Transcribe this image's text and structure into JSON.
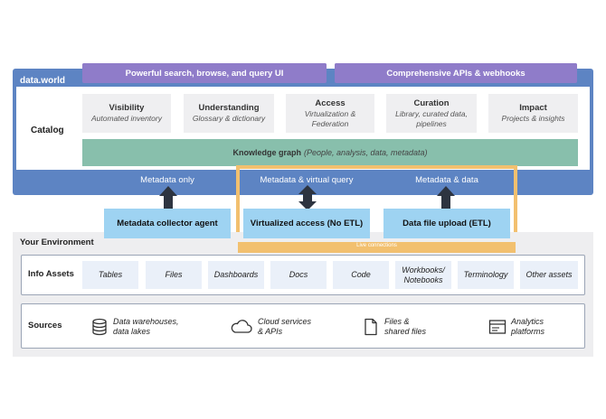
{
  "top_bars": {
    "left": "Powerful search, browse, and query UI",
    "right": "Comprehensive APIs & webhooks"
  },
  "catalog": {
    "brand": "data.world",
    "label": "Catalog",
    "capabilities": [
      {
        "title": "Visibility",
        "desc": "Automated inventory"
      },
      {
        "title": "Understanding",
        "desc": "Glossary & dictionary"
      },
      {
        "title": "Access",
        "desc": "Virtualization & Federation"
      },
      {
        "title": "Curation",
        "desc": "Library, curated data, pipelines"
      },
      {
        "title": "Impact",
        "desc": "Projects & insights"
      }
    ],
    "knowledge_graph": {
      "title": "Knowledge graph",
      "desc": "(People, analysis, data, metadata)"
    }
  },
  "metadata_labels": [
    "Metadata only",
    "Metadata & virtual query",
    "Metadata & data"
  ],
  "connectors": [
    "Metadata collector agent",
    "Virtualized access (No ETL)",
    "Data file upload  (ETL)"
  ],
  "live_connections": "Live connections",
  "environment": {
    "title": "Your Environment",
    "info_assets": {
      "label": "Info Assets",
      "items": [
        "Tables",
        "Files",
        "Dashboards",
        "Docs",
        "Code",
        "Workbooks/ Notebooks",
        "Terminology",
        "Other assets"
      ]
    },
    "sources": {
      "label": "Sources",
      "items": [
        {
          "icon": "database-icon",
          "text": "Data warehouses, data lakes"
        },
        {
          "icon": "cloud-icon",
          "text": "Cloud services & APIs"
        },
        {
          "icon": "file-icon",
          "text": "Files & shared files"
        },
        {
          "icon": "browser-window-icon",
          "text": "Analytics platforms"
        }
      ]
    }
  },
  "colors": {
    "catalog_panel": "#5d84c3",
    "top_bar": "#8f7cc9",
    "knowledge_graph": "#88bfac",
    "connector": "#9ed3f2",
    "live_highlight": "#f2c06f"
  }
}
